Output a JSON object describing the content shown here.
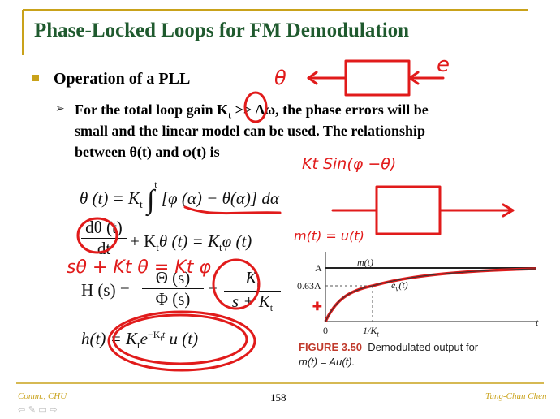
{
  "slide": {
    "title": "Phase-Locked Loops for FM Demodulation",
    "heading": "Operation of a PLL",
    "para_line1": "For the total loop gain K",
    "para_sub_t": "t",
    "para_gg": " >> Δω, the phase errors will be",
    "para_line2": "small and the linear model can be used. The relationship",
    "para_line3": "between θ(t) and φ(t) is"
  },
  "equations": {
    "eq1_lhs": "θ (t) = K",
    "eq1_sub": "t",
    "eq1_rhs": "[φ (α) − θ(α)] dα",
    "eq1_int_upper": "t",
    "eq2_num": "dθ (t)",
    "eq2_den": "dt",
    "eq2_rhs": "+ K",
    "eq2_rhs2": "θ (t) = K",
    "eq2_rhs3": "φ (t)",
    "eq3_lhs": "H (s) =",
    "eq3_num1": "Θ (s)",
    "eq3_den1": "Φ (s)",
    "eq3_eq": "=",
    "eq3_num2": "K",
    "eq3_den2": "s + K",
    "eq4_lhs": "h(t) = K",
    "eq4_exp": "−K",
    "eq4_rhs": "u (t)"
  },
  "figure": {
    "label_A": "A",
    "label_063A": "0.63A",
    "label_mt": "m(t)",
    "label_evt": "e",
    "label_ev_sub": "v",
    "label_evt_tail": "(t)",
    "label_zero": "0",
    "label_1K": "1/K",
    "label_t": "t",
    "caption_bold": "FIGURE 3.50",
    "caption_text": "Demodulated output for",
    "caption_line2": "m(t) = Au(t)."
  },
  "annotations": {
    "ev": "e",
    "theta": "θ",
    "ksin": "Kt Sin(φ −θ)",
    "mt": "m(t) = u(t)",
    "s_eq": "sθ + Kt θ = Kt φ"
  },
  "footer": {
    "left": "Comm., CHU",
    "page": "158",
    "right": "Tung-Chun Chen"
  },
  "nav": {
    "icons": "⇦ ✎ ▭ ⇨"
  },
  "colors": {
    "title": "#1f5a2e",
    "accent": "#c9a21a",
    "ink": "#e11b1b"
  }
}
